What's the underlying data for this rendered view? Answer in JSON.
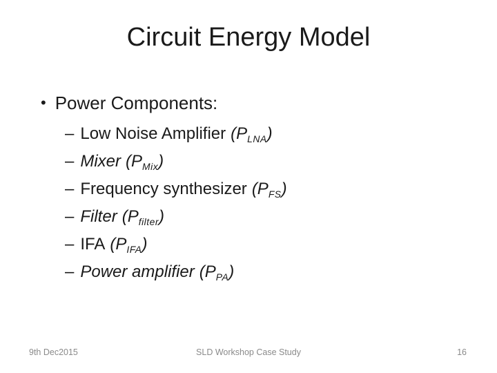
{
  "slide": {
    "title": "Circuit Energy Model",
    "bullet_char": "•",
    "bullet_heading": "Power Components:",
    "dash": "–",
    "components": [
      {
        "name": "Low Noise Amplifier",
        "name_class": "comp-name",
        "p_open": "(P",
        "sub": "LNA",
        "p_close": ")"
      },
      {
        "name": "Mixer",
        "name_class": "comp-name italic",
        "p_open": "(P",
        "sub": "Mix",
        "p_close": ")"
      },
      {
        "name": "Frequency synthesizer",
        "name_class": "comp-name",
        "p_open": "(P",
        "sub": "FS",
        "p_close": ")"
      },
      {
        "name": "Filter",
        "name_class": "comp-name italic",
        "p_open": "(P",
        "sub": "filter",
        "p_close": ")"
      },
      {
        "name": "IFA",
        "name_class": "comp-name",
        "p_open": "(P",
        "sub": "IFA",
        "p_close": ")"
      },
      {
        "name": "Power amplifier",
        "name_class": "comp-name italic",
        "p_open": "(P",
        "sub": "PA",
        "p_close": ")"
      }
    ],
    "footer": {
      "date": "9th Dec2015",
      "center": "SLD Workshop Case Study",
      "page_number": "16"
    },
    "colors": {
      "background": "#ffffff",
      "text": "#1a1a1a",
      "footer_text": "#8a8a8a"
    }
  }
}
